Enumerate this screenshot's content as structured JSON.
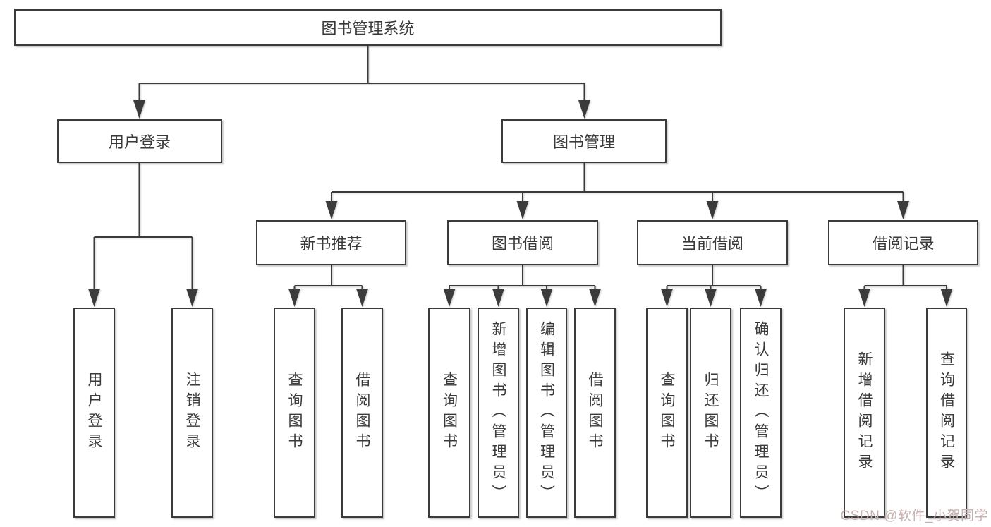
{
  "tree": {
    "root": "图书管理系统",
    "user_login": {
      "label": "用户登录",
      "children": [
        "用户登录",
        "注销登录"
      ]
    },
    "book_mgmt": {
      "label": "图书管理",
      "sections": [
        {
          "label": "新书推荐",
          "children": [
            "查询图书",
            "借阅图书"
          ]
        },
        {
          "label": "图书借阅",
          "children": [
            "查询图书",
            "新增图书（管理员）",
            "编辑图书（管理员）",
            "借阅图书"
          ]
        },
        {
          "label": "当前借阅",
          "children": [
            "查询图书",
            "归还图书",
            "确认归还（管理员）"
          ]
        },
        {
          "label": "借阅记录",
          "children": [
            "新增借阅记录",
            "查询借阅记录"
          ]
        }
      ]
    }
  },
  "watermark": "CSDN @软件_小贺同学",
  "colors": {
    "line": "#3b3b3b",
    "text": "#3a3a3a",
    "watermark": "#c9b0b0"
  }
}
